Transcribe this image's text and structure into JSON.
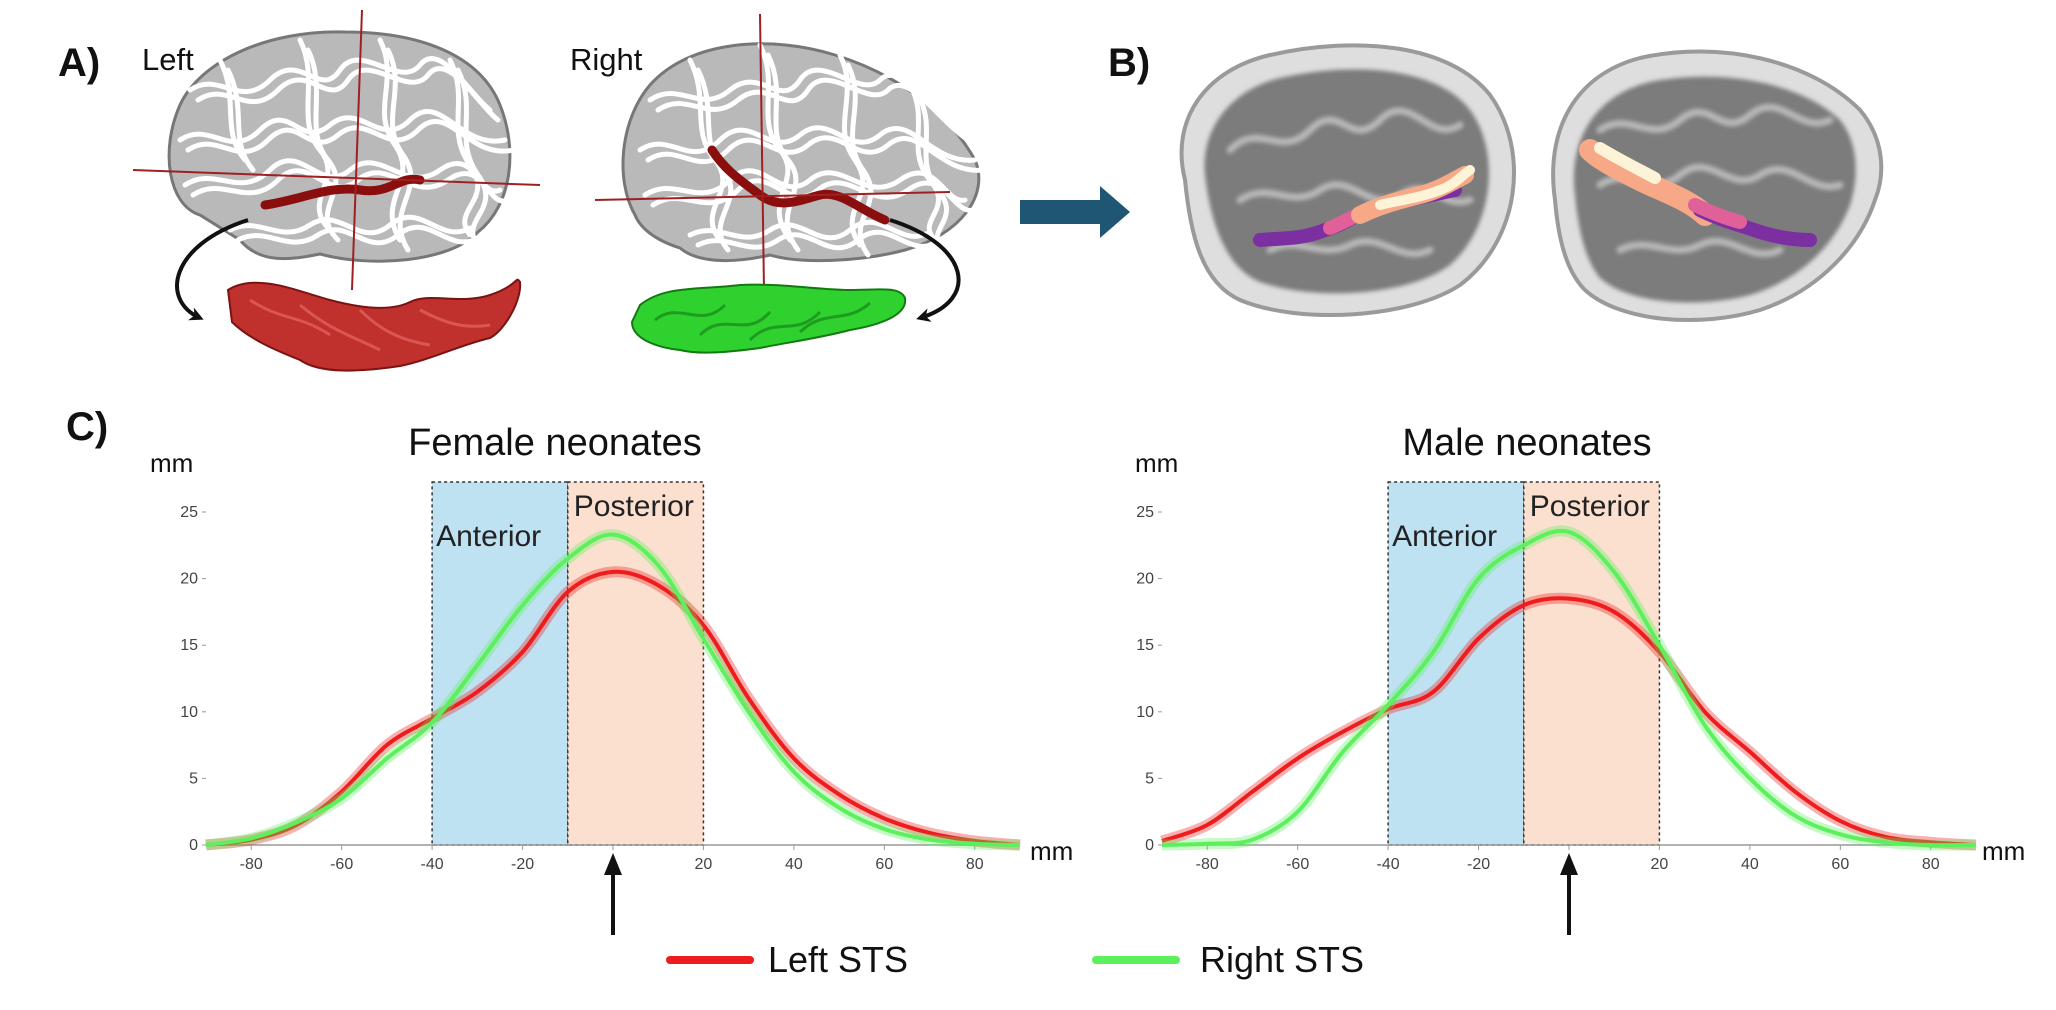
{
  "panel_a": {
    "label": "A)",
    "left_title": "Left",
    "right_title": "Right",
    "left_mesh_color": "#c0302c",
    "right_mesh_color": "#2fd12f"
  },
  "panel_b": {
    "label": "B)",
    "arrow_color": "#1f5673",
    "segment_colors": [
      "#7b2fa0",
      "#e0609a",
      "#f6a887",
      "#fdf3d6"
    ]
  },
  "panel_c": {
    "label": "C)",
    "legend": {
      "left_label": "Left STS",
      "right_label": "Right STS",
      "left_color": "#ee1c1c",
      "right_color": "#5cf05c"
    }
  },
  "chart_data": [
    {
      "type": "line",
      "title": "Female neonates",
      "ylabel": "mm",
      "xlabel": "mm",
      "xlim": [
        -90,
        90
      ],
      "ylim": [
        0,
        25
      ],
      "xticks": [
        -80,
        -60,
        -40,
        -20,
        0,
        20,
        40,
        60,
        80
      ],
      "xtick_labels": [
        "-80",
        "-60",
        "-40",
        "-20",
        "",
        "20",
        "40",
        "60",
        "80"
      ],
      "yticks": [
        0,
        5,
        10,
        15,
        20,
        25
      ],
      "regions": [
        {
          "label": "Anterior",
          "from": -40,
          "to": -10,
          "color": "#bfe2f3"
        },
        {
          "label": "Posterior",
          "from": -10,
          "to": 20,
          "color": "#fbe0d0"
        }
      ],
      "marker_x": 0,
      "series": [
        {
          "name": "Left STS",
          "color": "#ee1c1c",
          "x": [
            -90,
            -80,
            -70,
            -60,
            -50,
            -40,
            -30,
            -20,
            -10,
            0,
            10,
            20,
            30,
            40,
            50,
            60,
            70,
            80,
            90
          ],
          "y": [
            0,
            0.4,
            1.5,
            4,
            7.5,
            9.5,
            11.5,
            14.5,
            19,
            20.5,
            19.5,
            16.5,
            11,
            6.5,
            3.8,
            2,
            0.9,
            0.3,
            0
          ]
        },
        {
          "name": "Right STS",
          "color": "#5cf05c",
          "x": [
            -90,
            -80,
            -70,
            -60,
            -50,
            -40,
            -30,
            -20,
            -10,
            0,
            10,
            20,
            30,
            40,
            50,
            60,
            70,
            80,
            90
          ],
          "y": [
            0,
            0.5,
            1.7,
            3.5,
            6.5,
            9.2,
            13.5,
            18,
            21.5,
            23.3,
            21,
            15.5,
            10,
            5.5,
            2.8,
            1.2,
            0.4,
            0.1,
            0
          ]
        }
      ]
    },
    {
      "type": "line",
      "title": "Male neonates",
      "ylabel": "mm",
      "xlabel": "mm",
      "xlim": [
        -90,
        90
      ],
      "ylim": [
        0,
        25
      ],
      "xticks": [
        -80,
        -60,
        -40,
        -20,
        0,
        20,
        40,
        60,
        80
      ],
      "xtick_labels": [
        "-80",
        "-60",
        "-40",
        "-20",
        "",
        "20",
        "40",
        "60",
        "80"
      ],
      "yticks": [
        0,
        5,
        10,
        15,
        20,
        25
      ],
      "regions": [
        {
          "label": "Anterior",
          "from": -40,
          "to": -10,
          "color": "#bfe2f3"
        },
        {
          "label": "Posterior",
          "from": -10,
          "to": 20,
          "color": "#fbe0d0"
        }
      ],
      "marker_x": 0,
      "series": [
        {
          "name": "Left STS",
          "color": "#ee1c1c",
          "x": [
            -90,
            -80,
            -70,
            -60,
            -50,
            -40,
            -30,
            -20,
            -10,
            0,
            10,
            20,
            30,
            40,
            50,
            60,
            70,
            80,
            90
          ],
          "y": [
            0.3,
            1.5,
            4,
            6.5,
            8.5,
            10.2,
            11.5,
            15.5,
            18,
            18.5,
            17.5,
            14.5,
            10,
            7,
            4,
            1.8,
            0.6,
            0.2,
            0
          ]
        },
        {
          "name": "Right STS",
          "color": "#5cf05c",
          "x": [
            -90,
            -80,
            -70,
            -60,
            -50,
            -40,
            -30,
            -20,
            -10,
            0,
            10,
            20,
            30,
            40,
            50,
            60,
            70,
            80,
            90
          ],
          "y": [
            0,
            0.1,
            0.4,
            2.5,
            7,
            10.5,
            14.5,
            20,
            22.5,
            23.5,
            20.5,
            15,
            9,
            5,
            2.2,
            0.8,
            0.2,
            0,
            0
          ]
        }
      ]
    }
  ]
}
